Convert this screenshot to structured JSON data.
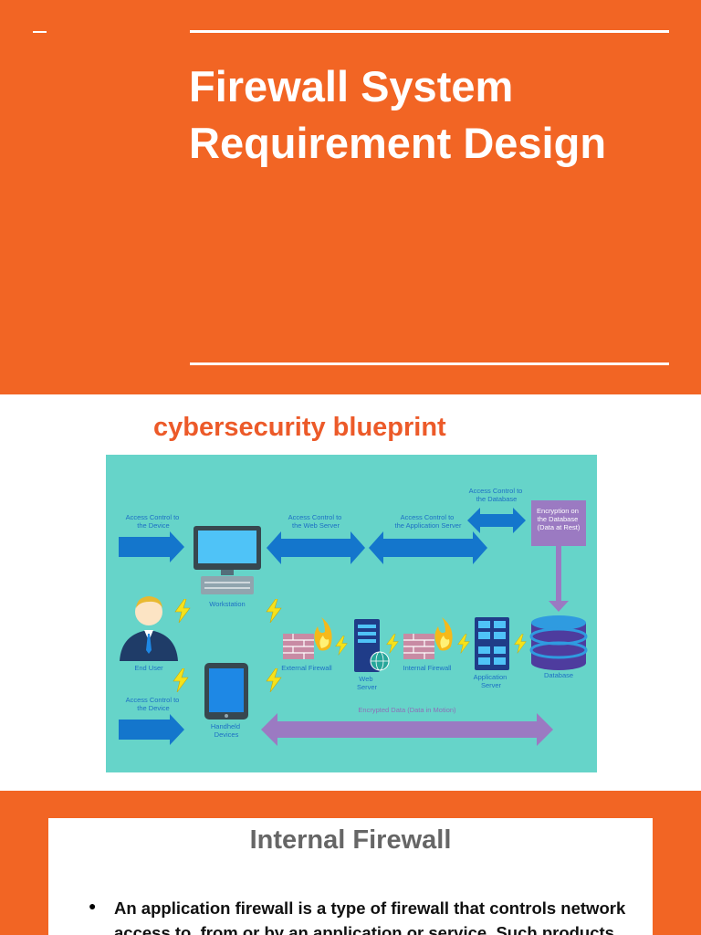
{
  "slide1": {
    "title": "Firewall System Requirement Design"
  },
  "slide2": {
    "heading": "cybersecurity blueprint",
    "diagram": {
      "labels": {
        "ac_device_top": [
          "Access Control to",
          "the Device"
        ],
        "ac_web": [
          "Access Control to",
          "the Web Server"
        ],
        "ac_app": [
          "Access Control to",
          "the Application Server"
        ],
        "ac_db": [
          "Access Control to",
          "the Database"
        ],
        "encryption": [
          "Encryption on",
          "the Database",
          "(Data at Rest)"
        ],
        "workstation": "Workstation",
        "end_user": "End User",
        "external_firewall": "External Firewall",
        "web_server": [
          "Web",
          "Server"
        ],
        "internal_firewall": "Internal Firewall",
        "application_server": [
          "Application",
          "Server"
        ],
        "database": "Database",
        "ac_device_bottom": [
          "Access Control to",
          "the Device"
        ],
        "handheld": [
          "Handheld",
          "Devices"
        ],
        "encrypted_data": "Encrypted Data (Data in Motion)"
      },
      "colors": {
        "background": "#66d4c9",
        "arrow_blue": "#1476cc",
        "label_blue": "#1d6fc4",
        "purple": "#9b7ac2",
        "lightning": "#f5e21a"
      }
    }
  },
  "slide3": {
    "heading": "Internal Firewall",
    "bullet": "●",
    "paragraph": "An application firewall is a type of firewall that controls network access to, from or by an application or service. Such products monitor the use of applications and block any"
  }
}
